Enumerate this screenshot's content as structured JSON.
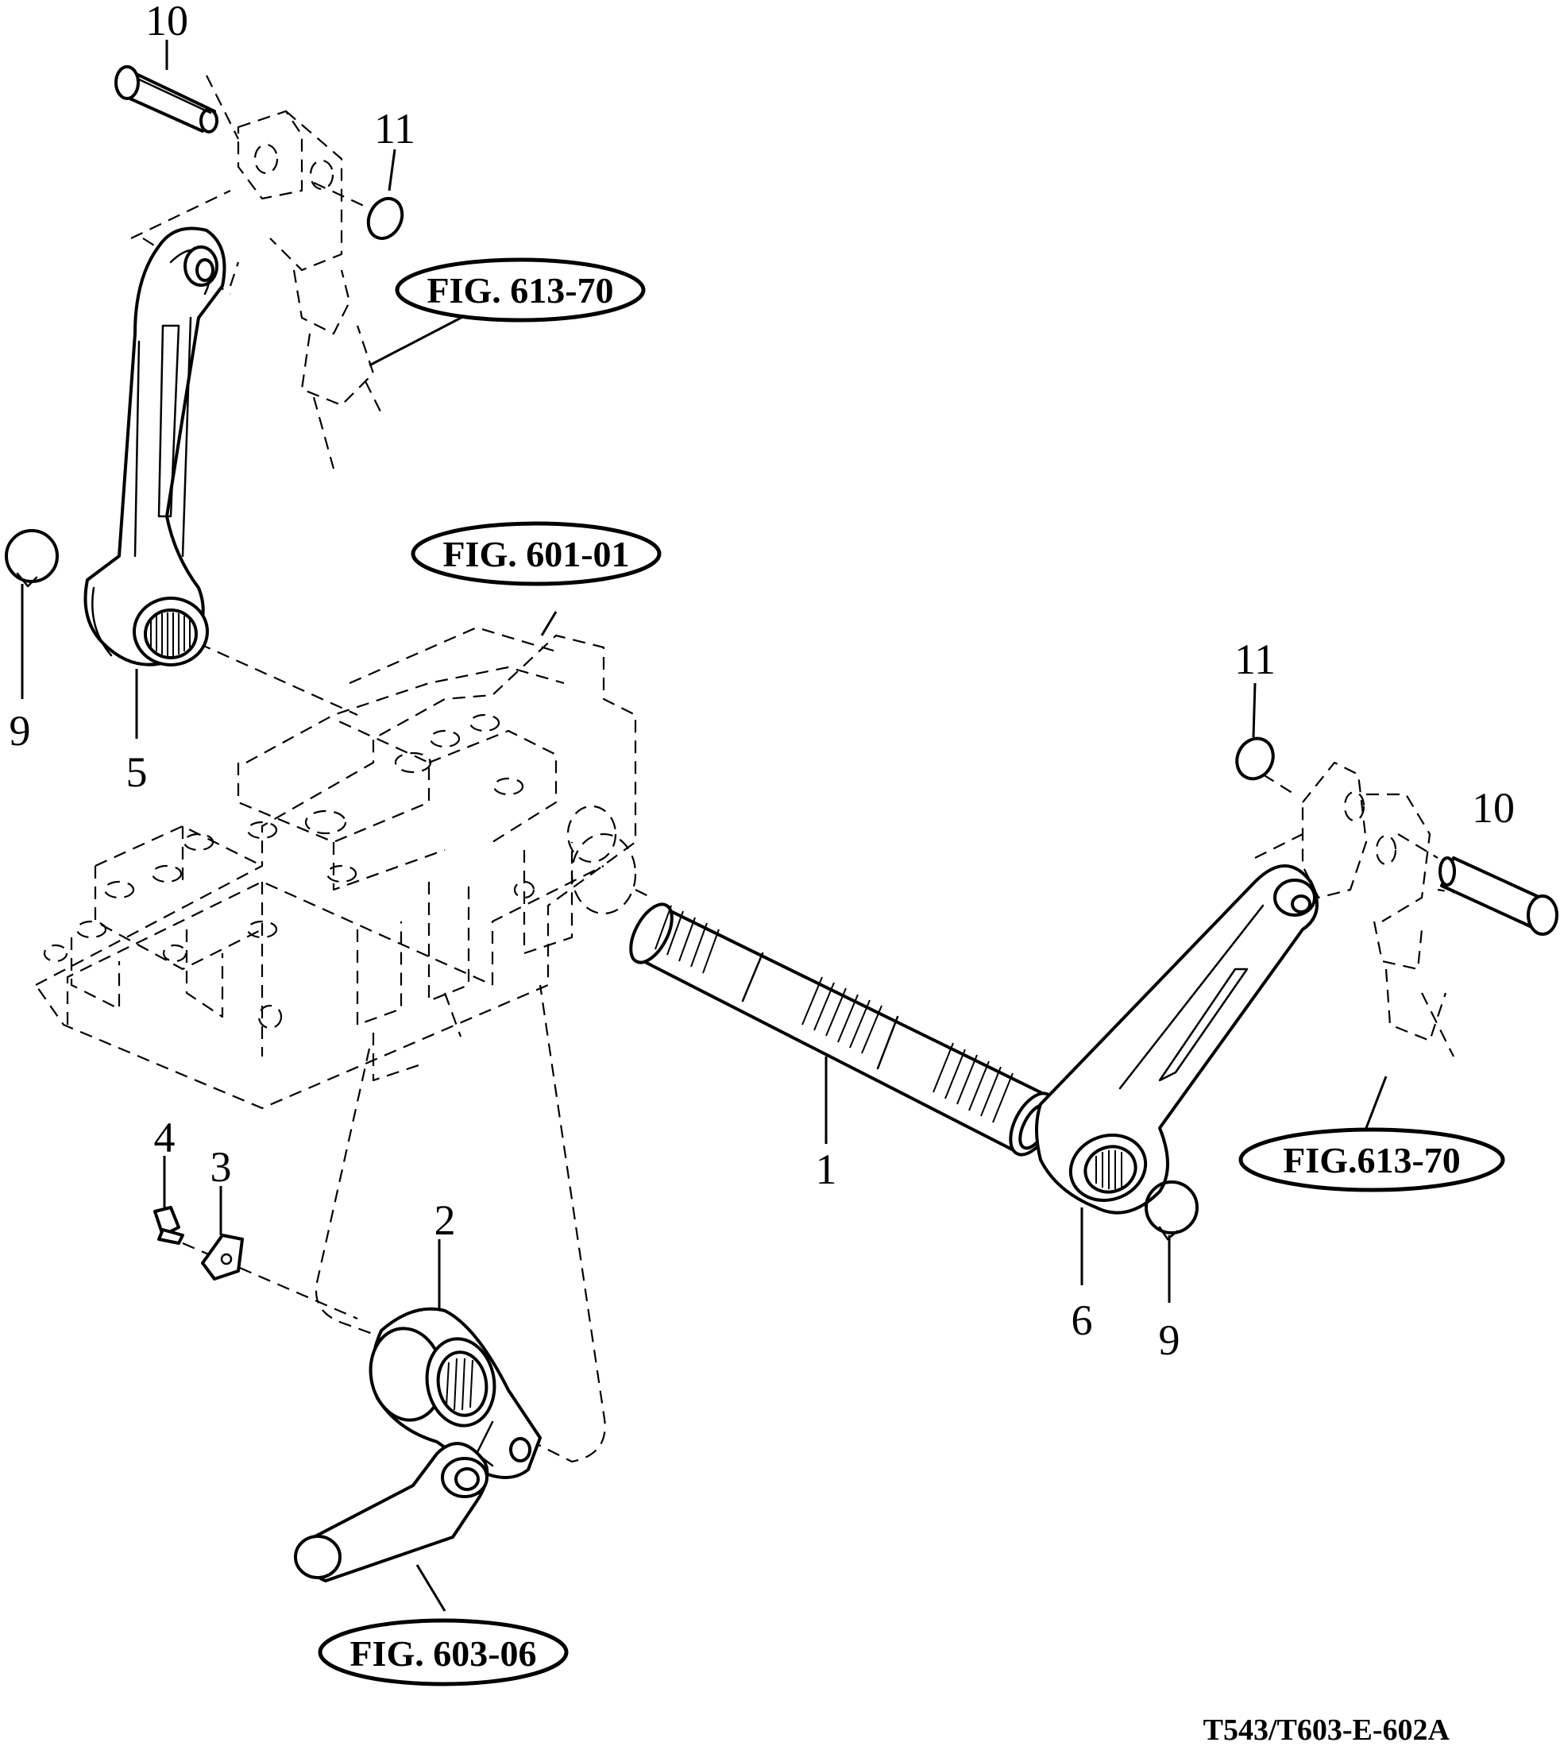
{
  "drawing_code": "T543/T603-E-602A",
  "parts": [
    {
      "id": "p1",
      "number": "1"
    },
    {
      "id": "p2",
      "number": "2"
    },
    {
      "id": "p3",
      "number": "3"
    },
    {
      "id": "p4",
      "number": "4"
    },
    {
      "id": "p5",
      "number": "5"
    },
    {
      "id": "p6",
      "number": "6"
    },
    {
      "id": "p9a",
      "number": "9"
    },
    {
      "id": "p9b",
      "number": "9"
    },
    {
      "id": "p10a",
      "number": "10"
    },
    {
      "id": "p10b",
      "number": "10"
    },
    {
      "id": "p11a",
      "number": "11"
    },
    {
      "id": "p11b",
      "number": "11"
    }
  ],
  "figure_refs": [
    {
      "id": "ref-613-70-top",
      "label": "FIG. 613-70"
    },
    {
      "id": "ref-601-01",
      "label": "FIG. 601-01"
    },
    {
      "id": "ref-613-70-right",
      "label": "FIG.613-70"
    },
    {
      "id": "ref-603-06",
      "label": "FIG. 603-06"
    }
  ]
}
